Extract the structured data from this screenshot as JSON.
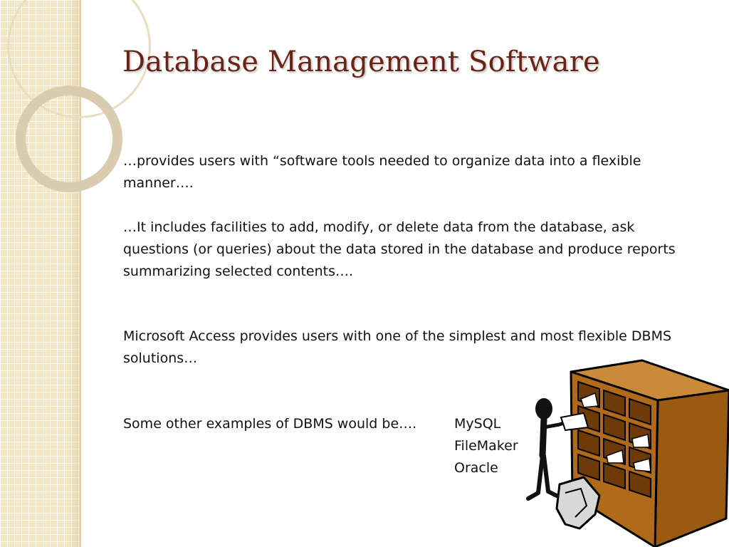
{
  "slide": {
    "title": "Database Management Software",
    "paragraphs": [
      "…provides users with “software tools needed to organize data into a flexible manner….",
      "…It includes facilities to add, modify, or delete data from the database, ask questions (or queries) about the data stored in the database and produce reports summarizing selected contents….",
      "Microsoft Access provides users with one of the simplest and most flexible DBMS solutions…"
    ],
    "examples_intro": "Some other examples of DBMS would be….",
    "examples": [
      "MySQL",
      "FileMaker",
      "Oracle"
    ]
  },
  "colors": {
    "title": "#6b2316",
    "band": "#f4e6c2",
    "cabinet": "#b06a1a"
  },
  "icons": {
    "clipart": "person-filing-cabinet-icon"
  }
}
